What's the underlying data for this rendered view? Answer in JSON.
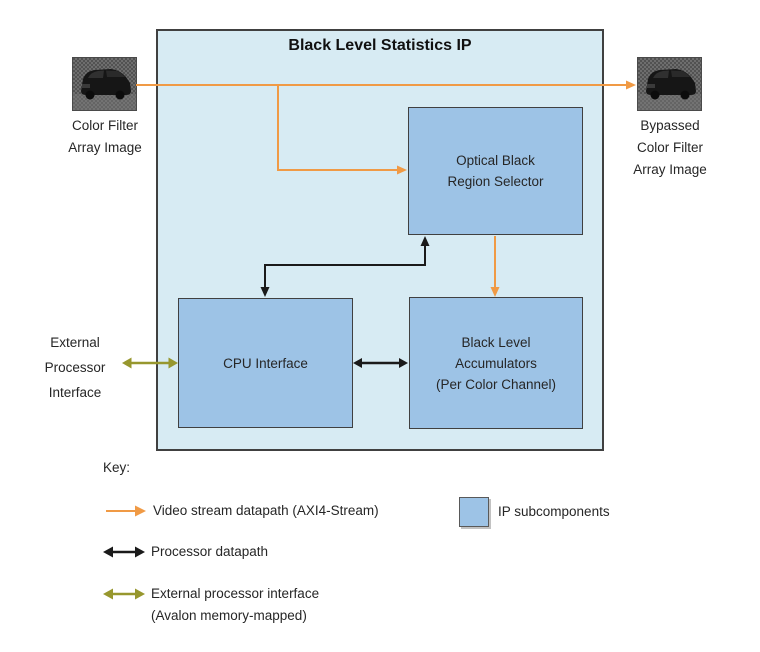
{
  "colors": {
    "container_fill": "#d7ebf3",
    "block_fill": "#9dc3e6",
    "block_border": "#404040",
    "video_stream": "#f09a45",
    "processor": "#1a1a1a",
    "external": "#97972e",
    "text": "#262626"
  },
  "diagram": {
    "title": "Black Level Statistics IP",
    "blocks": {
      "optical": {
        "label": "Optical Black\nRegion Selector"
      },
      "cpu": {
        "label": "CPU Interface"
      },
      "accumulators": {
        "label": "Black Level\nAccumulators\n(Per Color Channel)"
      }
    },
    "images": {
      "input_caption": "Color Filter\nArray Image",
      "output_caption": "Bypassed\nColor Filter\nArray Image"
    },
    "external_processor_label": "External\nProcessor\nInterface"
  },
  "key": {
    "heading": "Key:",
    "items": [
      {
        "id": "video-stream",
        "label": "Video stream datapath (AXI4-Stream)"
      },
      {
        "id": "ip-subcomponents",
        "label": "IP subcomponents"
      },
      {
        "id": "processor-datapath",
        "label": "Processor datapath"
      },
      {
        "id": "external-processor",
        "label": "External processor interface\n(Avalon memory-mapped)"
      }
    ]
  }
}
